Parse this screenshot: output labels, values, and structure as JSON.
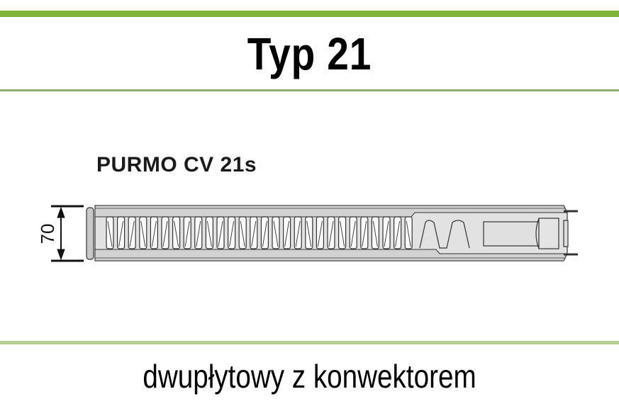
{
  "header": {
    "title": "Typ 21"
  },
  "product": {
    "model": "PURMO CV 21s"
  },
  "dimension": {
    "label": "70",
    "unit_context": "height"
  },
  "footer": {
    "description": "dwupłytowy z konwektorem"
  },
  "colors": {
    "accent_green": "#7cb53a",
    "divider_green": "#8cb06a",
    "bottom_divider": "#b6cf94",
    "panel_gray": "#d4d4d4",
    "outline": "#333333"
  },
  "diagram": {
    "type": "radiator-cross-section",
    "convector_slots": 28
  }
}
